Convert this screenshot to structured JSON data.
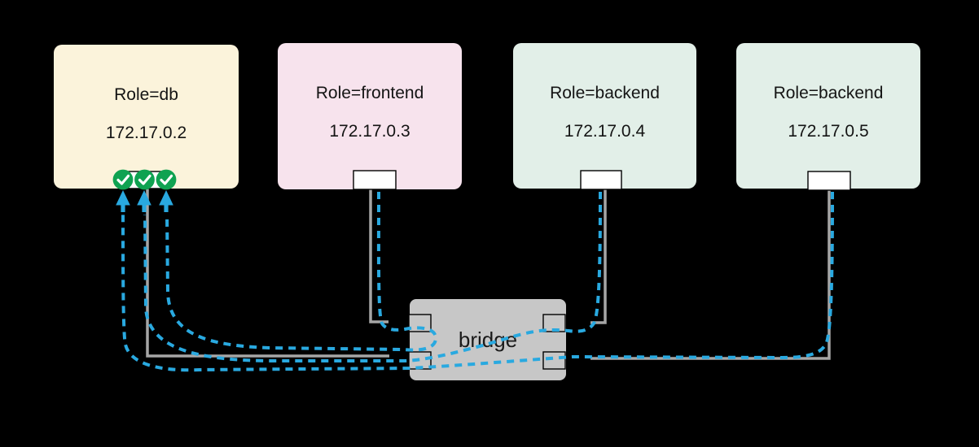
{
  "diagram": {
    "containers": [
      {
        "name": "db",
        "role_label": "Role=db",
        "ip": "172.17.0.2",
        "fill": "#FBF3DB"
      },
      {
        "name": "frontend",
        "role_label": "Role=frontend",
        "ip": "172.17.0.3",
        "fill": "#F7E3ED"
      },
      {
        "name": "backend-1",
        "role_label": "Role=backend",
        "ip": "172.17.0.4",
        "fill": "#E2EFE8"
      },
      {
        "name": "backend-2",
        "role_label": "Role=backend",
        "ip": "172.17.0.5",
        "fill": "#E2EFE8"
      }
    ],
    "network": {
      "label": "bridge",
      "fill": "#C7C7C7"
    },
    "traffic_flows": [
      {
        "from": "frontend (172.17.0.3)",
        "to": "db (172.17.0.2)",
        "via": "bridge",
        "status": "success"
      },
      {
        "from": "backend (172.17.0.4)",
        "to": "db (172.17.0.2)",
        "via": "bridge",
        "status": "success"
      },
      {
        "from": "backend (172.17.0.5)",
        "to": "db (172.17.0.2)",
        "via": "bridge",
        "status": "success"
      }
    ],
    "icons": {
      "checkmark_icon_count": 3,
      "arrow_up_icon_count": 3
    },
    "colors": {
      "background": "#000000",
      "link_gray": "#A6A6A6",
      "traffic_blue": "#29A9E0",
      "success_green": "#0FA251",
      "port_border": "#000000",
      "port_fill": "#FFFFFF",
      "text": "#141414"
    }
  }
}
